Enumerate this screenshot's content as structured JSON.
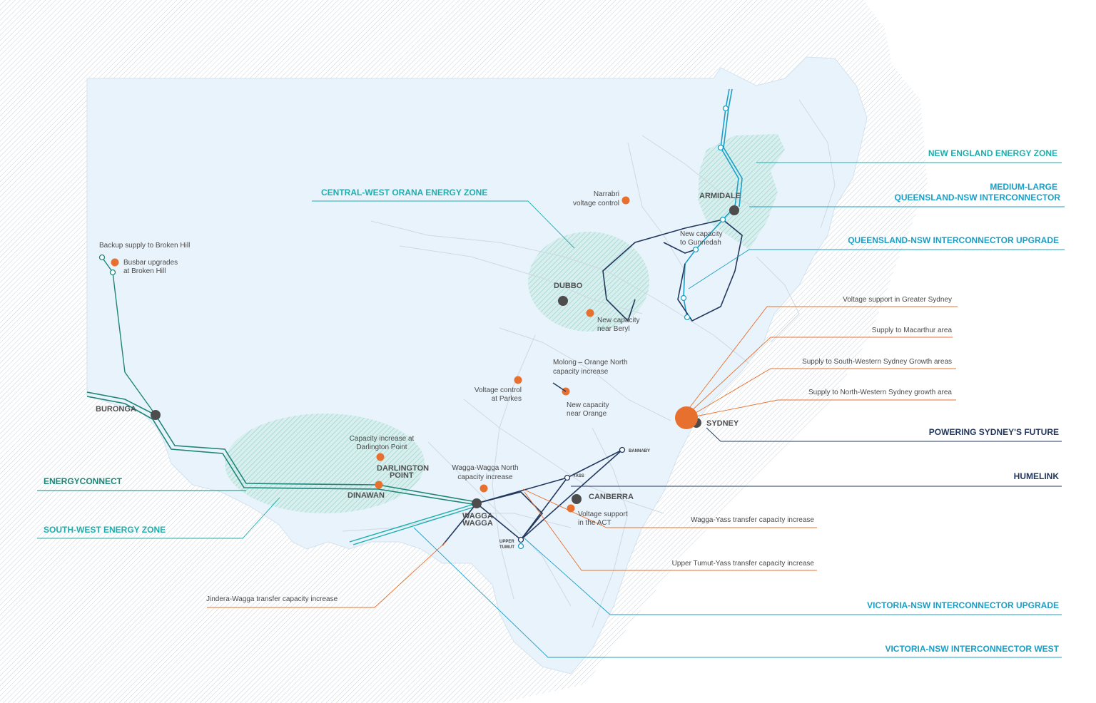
{
  "cities": {
    "armidale": "ARMIDALE",
    "dubbo": "DUBBO",
    "buronga": "BURONGA",
    "darlington_point": [
      "DARLINGTON",
      "POINT"
    ],
    "dinawan": "DINAWAN",
    "wagga_wagga": [
      "WAGGA",
      "WAGGA"
    ],
    "canberra": "CANBERRA",
    "sydney": "SYDNEY",
    "bannaby": "BANNABY",
    "yass": "YASS",
    "upper_tumut": [
      "UPPER",
      "TUMUT"
    ]
  },
  "annotations": {
    "narrabri": [
      "Narrabri",
      "voltage control"
    ],
    "broken_hill_backup": "Backup supply to Broken Hill",
    "broken_hill_busbar": [
      "Busbar upgrades",
      "at Broken Hill"
    ],
    "gunnedah": [
      "New capacity",
      "to Gunnedah"
    ],
    "beryl": [
      "New capacity",
      "near Beryl"
    ],
    "molong": [
      "Molong – Orange North",
      "capacity increase"
    ],
    "parkes": [
      "Voltage control",
      "at Parkes"
    ],
    "orange": [
      "New capacity",
      "near Orange"
    ],
    "darlington": [
      "Capacity increase at",
      "Darlington Point"
    ],
    "wagga_north": [
      "Wagga-Wagga North",
      "capacity increase"
    ],
    "act": [
      "Voltage support",
      "in the ACT"
    ]
  },
  "projects": {
    "new_england": "NEW ENGLAND ENERGY ZONE",
    "qni_medium_large": [
      "MEDIUM-LARGE",
      "QUEENSLAND-NSW INTERCONNECTOR"
    ],
    "central_west": "CENTRAL-WEST ORANA ENERGY ZONE",
    "qni_upgrade": "QUEENSLAND-NSW INTERCONNECTOR UPGRADE",
    "powering_sydney": "POWERING SYDNEY'S FUTURE",
    "humelink": "HUMELINK",
    "energyconnect": "ENERGYCONNECT",
    "south_west": "SOUTH-WEST ENERGY ZONE",
    "vni_upgrade": "VICTORIA-NSW INTERCONNECTOR UPGRADE",
    "vni_west": "VICTORIA-NSW INTERCONNECTOR WEST"
  },
  "sydney_items": [
    "Voltage support in Greater Sydney",
    "Supply to Macarthur area",
    "Supply to South-Western Sydney Growth areas",
    "Supply to North-Western Sydney growth area"
  ],
  "transfer_items": {
    "wagga_yass": "Wagga-Yass transfer capacity increase",
    "upper_tumut_yass": "Upper Tumut-Yass transfer capacity increase",
    "jindera_wagga": "Jindera-Wagga transfer capacity increase"
  },
  "colors": {
    "land": "#e9f3fb",
    "hatch": "#cfe9e6",
    "orange": "#e8702e",
    "node": "#4d4d4d",
    "teal": "#1faeae",
    "cyan": "#1a9fc6",
    "green": "#1e8577",
    "navy": "#23385e"
  }
}
